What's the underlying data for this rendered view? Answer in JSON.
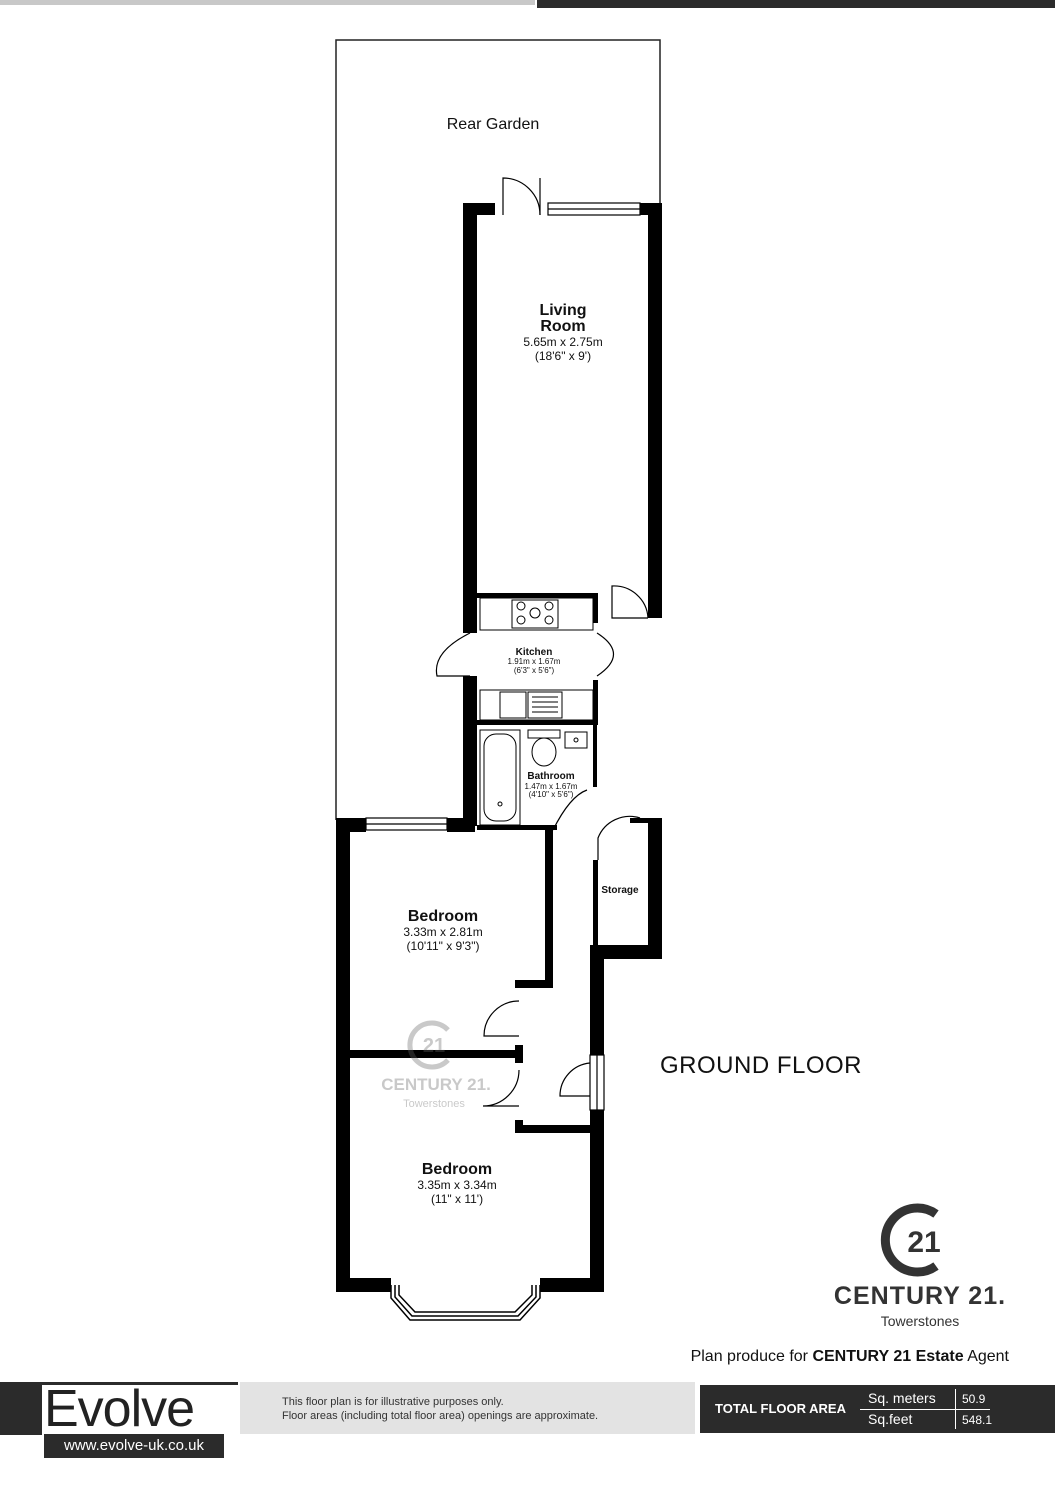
{
  "header": {},
  "plan": {
    "rear_garden": "Rear Garden",
    "living_room": {
      "name_line1": "Living",
      "name_line2": "Room",
      "metric": "5.65m x 2.75m",
      "imperial": "(18'6\" x 9')"
    },
    "kitchen": {
      "name": "Kitchen",
      "metric": "1.91m x 1.67m",
      "imperial": "(6'3\" x 5'6\")"
    },
    "bathroom": {
      "name": "Bathroom",
      "metric": "1.47m x 1.67m",
      "imperial": "(4'10\" x 5'6\")"
    },
    "storage": {
      "name": "Storage"
    },
    "bedroom1": {
      "name": "Bedroom",
      "metric": "3.33m x 2.81m",
      "imperial": "(10'11\" x 9'3\")"
    },
    "bedroom2": {
      "name": "Bedroom",
      "metric": "3.35m x 3.34m",
      "imperial": "(11\" x 11')"
    },
    "floor_label": "GROUND FLOOR",
    "watermark": {
      "number": "21",
      "brand": "CENTURY 21.",
      "office": "Towerstones"
    }
  },
  "logo": {
    "number": "21",
    "brand": "CENTURY 21.",
    "office": "Towerstones"
  },
  "plan_note": {
    "prefix": "Plan produce for",
    "company": "CENTURY 21",
    "suffix": "Estate Agent"
  },
  "footer": {
    "evolve_name": "Evolve",
    "evolve_url": "www.evolve-uk.co.uk",
    "disclaimer_line1": "This floor plan is for illustrative purposes only.",
    "disclaimer_line2": "Floor areas (including total floor area) openings are approximate.",
    "total_label": "TOTAL FLOOR AREA",
    "sq_meters_label": "Sq. meters",
    "sq_meters_value": "50.9",
    "sq_feet_label": "Sq.feet",
    "sq_feet_value": "548.1"
  },
  "colors": {
    "wall": "#000000",
    "bar": "#2b2b2b",
    "panel": "#e3e3e3"
  }
}
